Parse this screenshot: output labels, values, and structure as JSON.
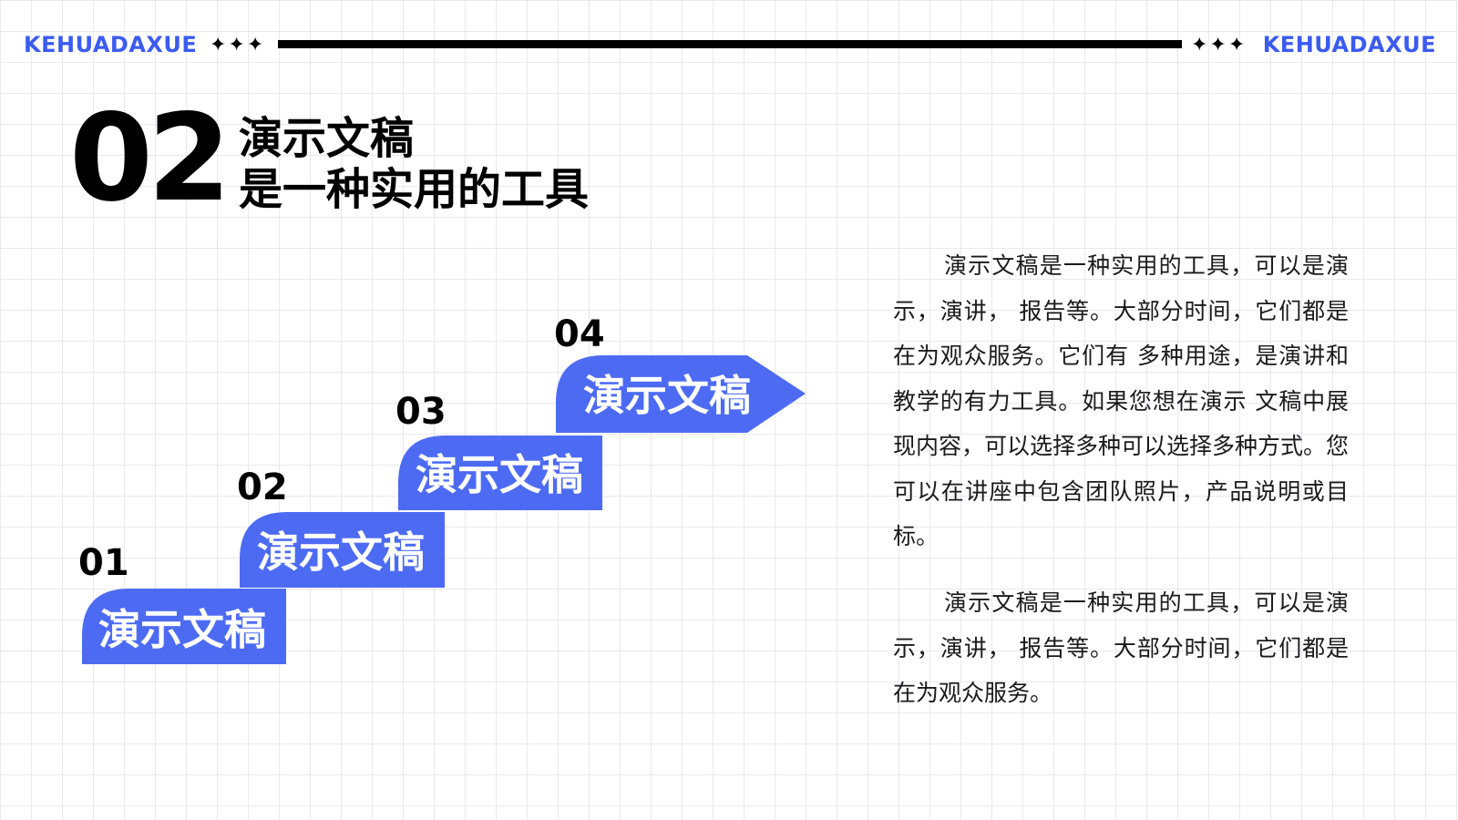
{
  "header": {
    "brand_left": "KEHUADAXUE",
    "brand_right": "KEHUADAXUE",
    "diamonds": "✦✦✦",
    "brand_color": "#3b5bf0"
  },
  "section": {
    "number": "02",
    "title_line1": "演示文稿",
    "title_line2": "是一种实用的工具"
  },
  "steps": [
    {
      "label": "01",
      "text": "演示文稿"
    },
    {
      "label": "02",
      "text": "演示文稿"
    },
    {
      "label": "03",
      "text": "演示文稿"
    },
    {
      "label": "04",
      "text": "演示文稿"
    }
  ],
  "colors": {
    "step_fill": "#4d6bf2",
    "step_shadow": "#1a22c8"
  },
  "body": {
    "paragraph1": "演示文稿是一种实用的工具，可以是演示，演讲， 报告等。大部分时间，它们都是在为观众服务。它们有 多种用途，是演讲和教学的有力工具。如果您想在演示 文稿中展现内容，可以选择多种可以选择多种方式。您 可以在讲座中包含团队照片，产品说明或目标。",
    "paragraph2": "演示文稿是一种实用的工具，可以是演示，演讲， 报告等。大部分时间，它们都是在为观众服务。"
  }
}
